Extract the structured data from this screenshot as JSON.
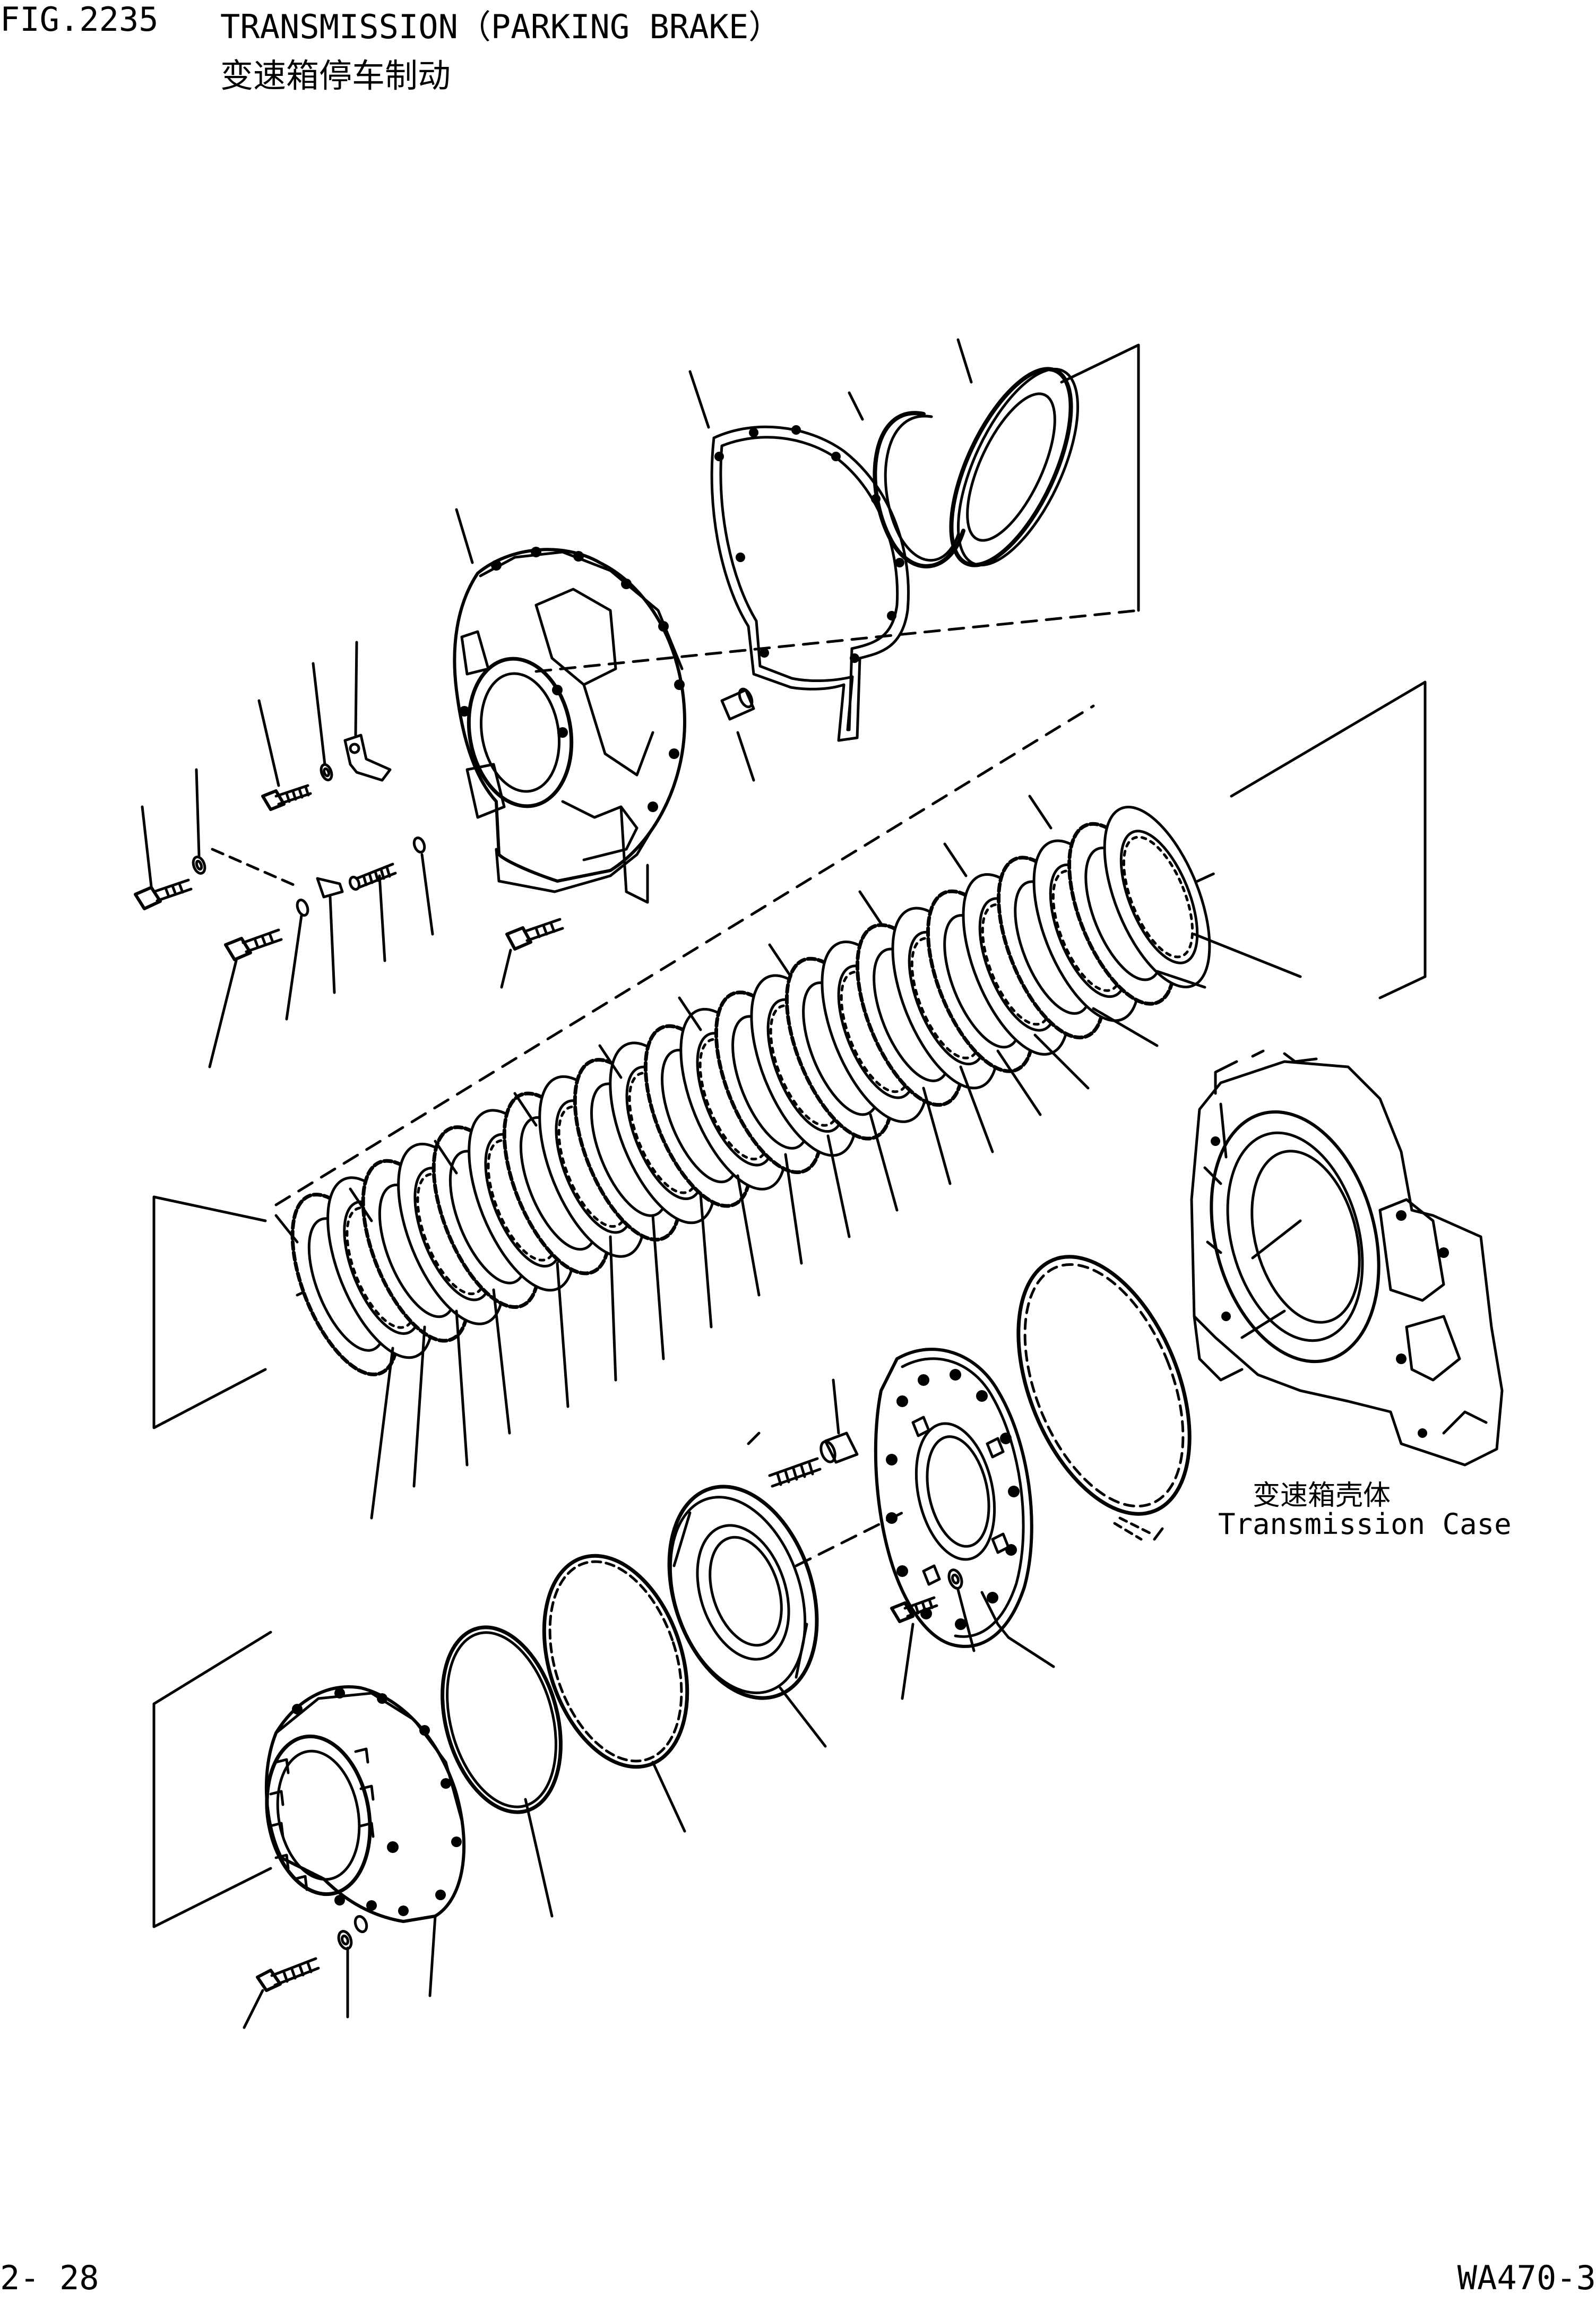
{
  "header": {
    "figure_number": "FIG.2235",
    "title": "TRANSMISSION（PARKING BRAKE）",
    "subtitle_cn": "变速箱停车制动"
  },
  "callouts": {
    "transmission_case_cn": "变速箱壳体",
    "transmission_case_en": "Transmission Case"
  },
  "footer": {
    "page_number": "2- 28",
    "model_code": "WA470-3"
  }
}
